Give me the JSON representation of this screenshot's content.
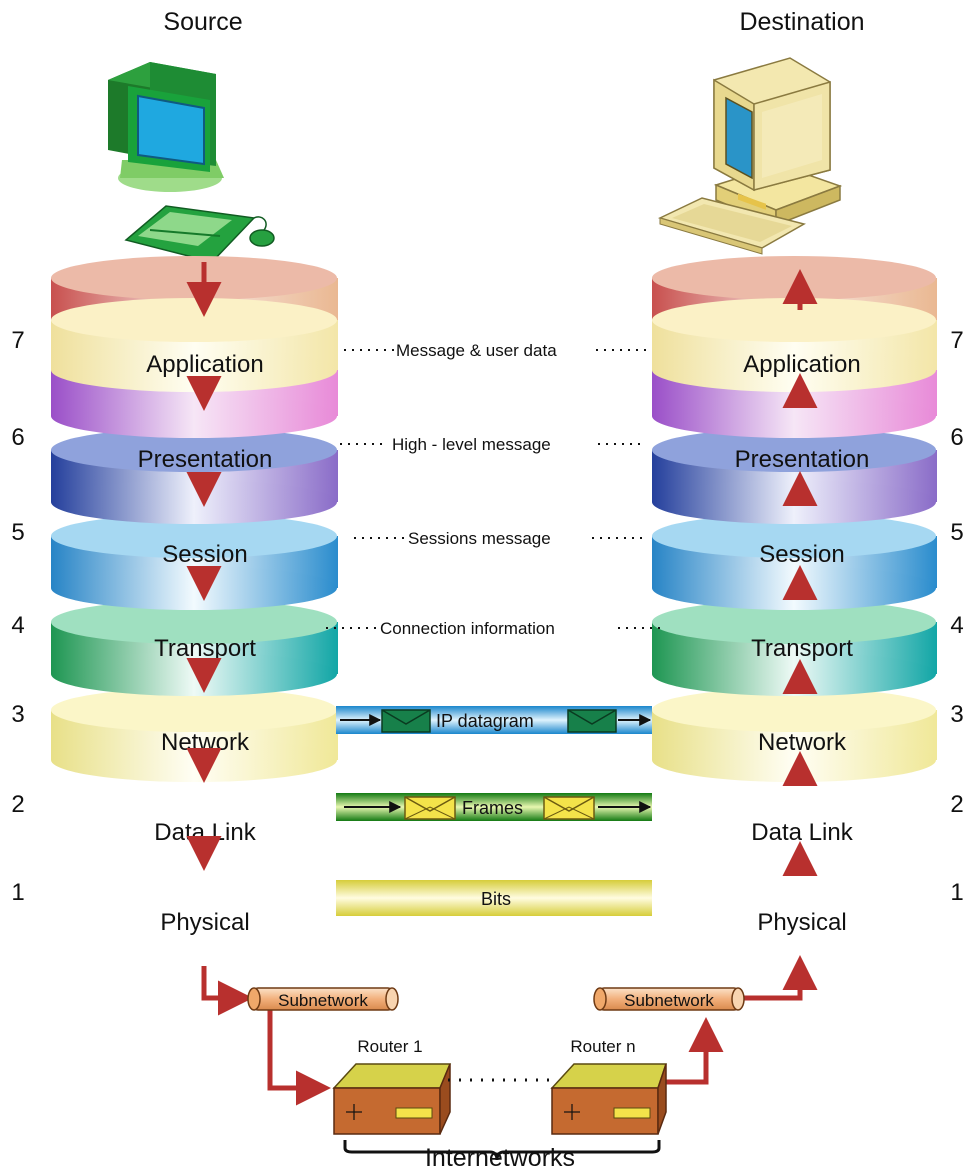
{
  "header": {
    "source_label": "Source",
    "destination_label": "Destination"
  },
  "layers": [
    {
      "number": "7",
      "name": "Application",
      "colors": {
        "dark": "#e8d890",
        "light": "#fffde8"
      }
    },
    {
      "number": "6",
      "name": "Presentation",
      "colors": {
        "dark": "#cc5a5a",
        "light": "#f6dccc"
      }
    },
    {
      "number": "5",
      "name": "Session",
      "colors": {
        "dark": "#9b55c8",
        "light": "#f2c8ee"
      }
    },
    {
      "number": "4",
      "name": "Transport",
      "colors": {
        "dark": "#2e4fa8",
        "light": "#c9c6ee"
      }
    },
    {
      "number": "3",
      "name": "Network",
      "colors": {
        "dark": "#2e86c8",
        "light": "#dff1fb"
      }
    },
    {
      "number": "2",
      "name": "Data Link",
      "colors": {
        "dark": "#1e9a5a",
        "light": "#bfe9ea"
      }
    },
    {
      "number": "1",
      "name": "Physical",
      "colors": {
        "dark": "#e6e08a",
        "light": "#fffef0"
      }
    }
  ],
  "peer_labels": {
    "application": "Message & user data",
    "presentation": "High - level message",
    "session": "Sessions message",
    "transport": "Connection information",
    "network": "IP datagram",
    "datalink": "Frames",
    "physical": "Bits"
  },
  "network_elements": {
    "subnetwork_left": "Subnetwork",
    "subnetwork_right": "Subnetwork",
    "router_1": "Router 1",
    "router_n": "Router n",
    "internetworks": "Internetworks"
  },
  "colors": {
    "arrow": "#b8302e",
    "network_band": "#1a8fd0",
    "datalink_band": "#1c8a1c",
    "physical_band": "#d9d24a",
    "envelope_green": "#17804a",
    "envelope_yellow": "#f4e34a",
    "router_top": "#d6d24a",
    "router_body": "#c56a30",
    "subnet_pipe": "#f3b98a"
  }
}
